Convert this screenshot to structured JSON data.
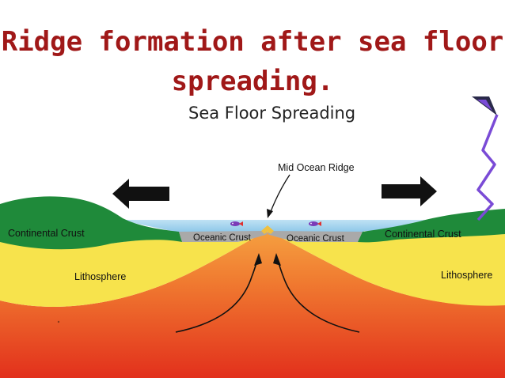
{
  "slide": {
    "title_line1": "Ridge formation after sea floor",
    "title_line2": "spreading."
  },
  "diagram": {
    "title": "Sea Floor Spreading",
    "labels": {
      "mid_ocean_ridge": "Mid Ocean Ridge",
      "continental_crust_left": "Continental Crust",
      "continental_crust_right": "Continental Crust",
      "oceanic_crust_left": "Oceanic Crust",
      "oceanic_crust_right": "Oceanic Crust",
      "lithosphere_left": "Lithosphere",
      "lithosphere_right": "Lithosphere"
    },
    "icons": [
      "arrow-left-icon",
      "arrow-right-icon",
      "magma-flow-arrow-icon",
      "fish-icon",
      "lightning-bolt-icon"
    ]
  },
  "colors": {
    "title": "#a01818",
    "continental_crust": "#1f8a3a",
    "ocean": "#a6d4ee",
    "oceanic_crust": "#a8a8a8",
    "lithosphere": "#f5e24a",
    "mantle_top": "#f08a3a",
    "mantle_bottom": "#e0301a",
    "lightning": "#7a4bd6"
  }
}
